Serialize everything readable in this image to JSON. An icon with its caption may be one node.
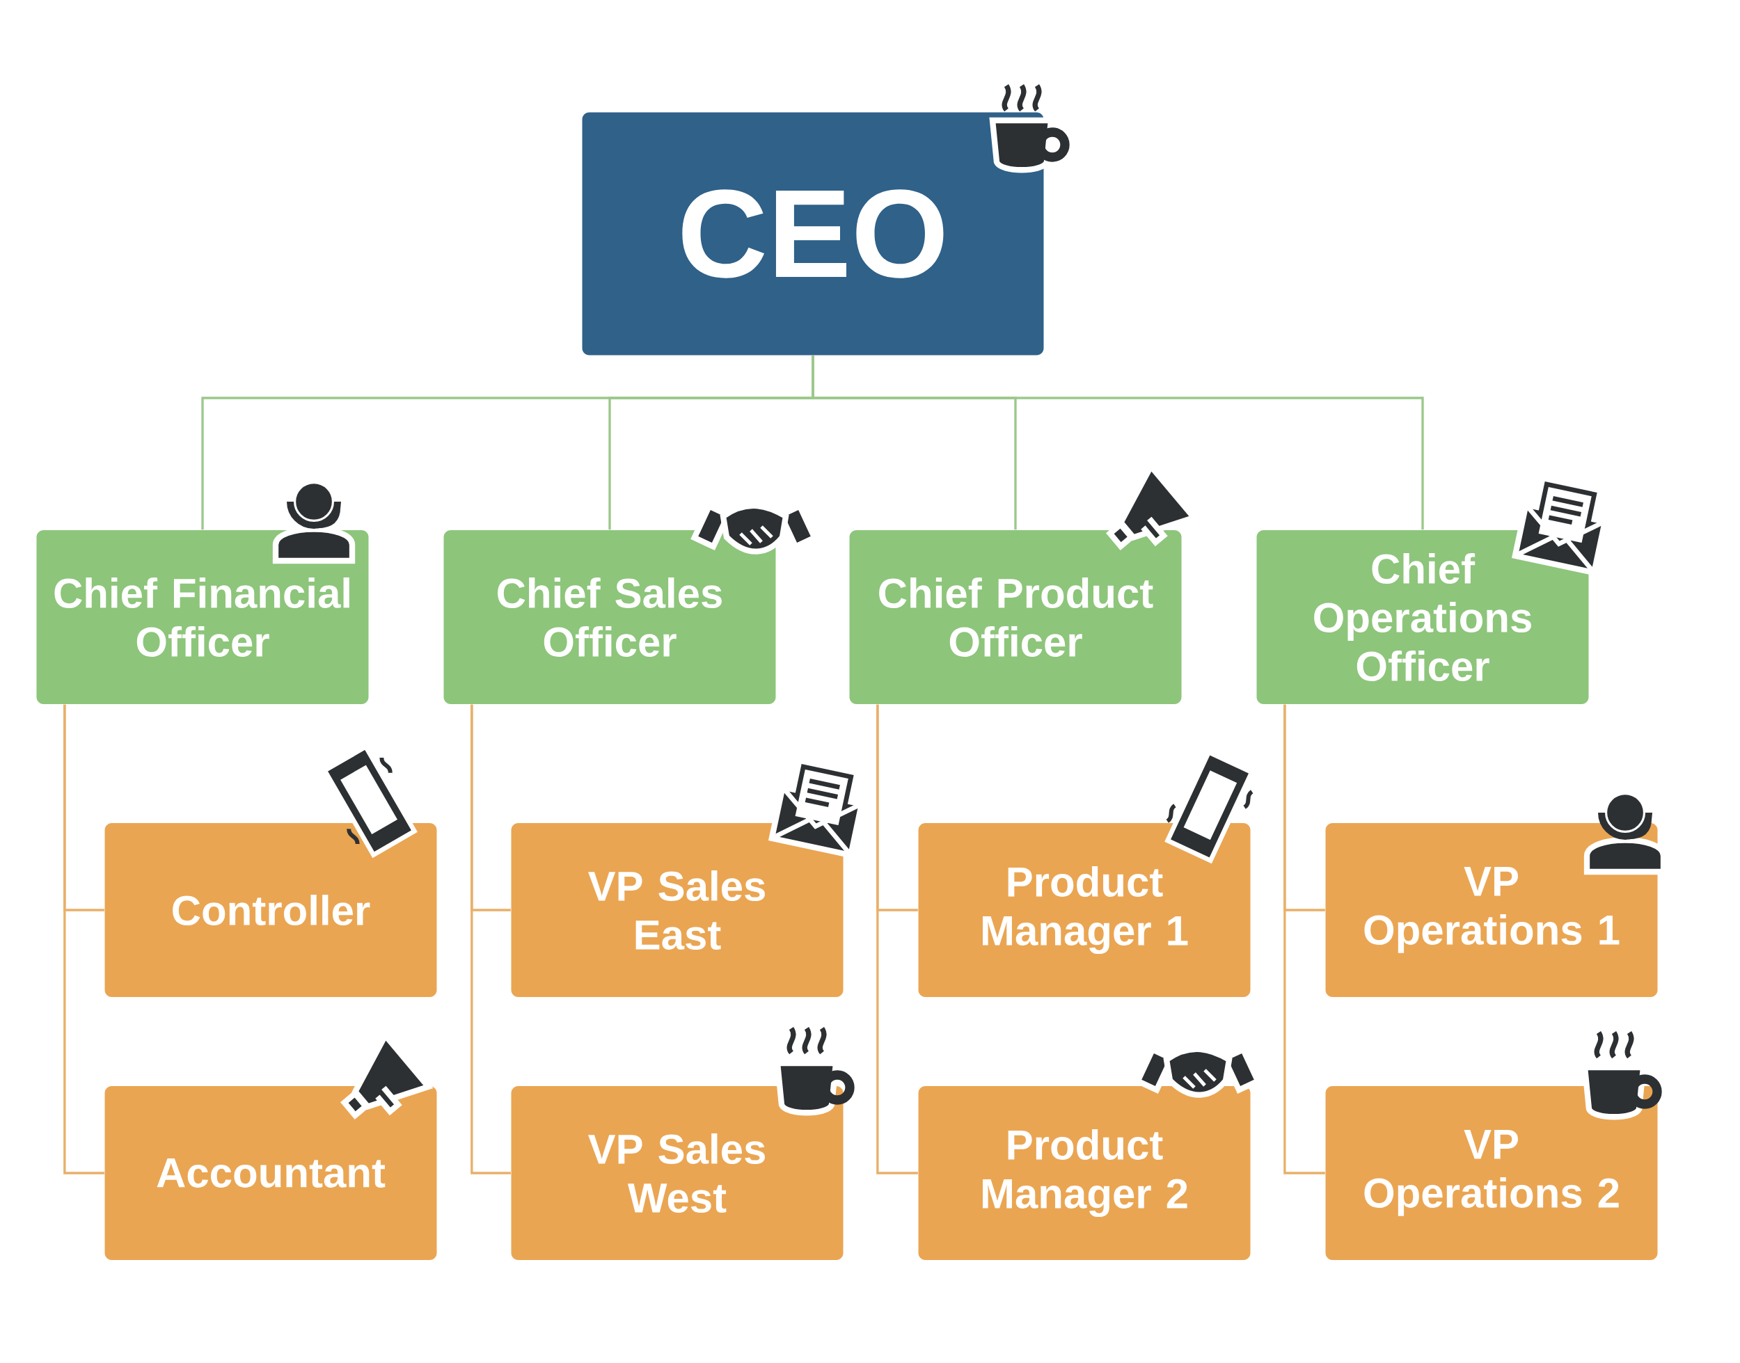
{
  "diagram": {
    "nodes": [
      {
        "text": [
          "CEO"
        ]
      },
      {
        "text": [
          "Chief Financial Officer"
        ]
      },
      {
        "text": [
          "Chief Sales Officer"
        ]
      },
      {
        "text": [
          "Chief Product Officer"
        ]
      },
      {
        "text": [
          "Chief Operations Officer"
        ]
      },
      {
        "text": [
          "Controller"
        ]
      },
      {
        "text": [
          "VP Sales East"
        ]
      },
      {
        "text": [
          "Product Manager 1"
        ]
      },
      {
        "text": [
          "VP Operations 1"
        ]
      },
      {
        "text": [
          "Accountant"
        ]
      },
      {
        "text": [
          "VP Sales West"
        ]
      },
      {
        "text": [
          "Product Manager 2"
        ]
      },
      {
        "text": [
          "VP Operations 2"
        ]
      }
    ],
    "edges": [
      {
        "from": 0,
        "to": 1,
        "arrow": "none",
        "color": "#9bc88a"
      },
      {
        "from": 0,
        "to": 2,
        "arrow": "none",
        "color": "#9bc88a"
      },
      {
        "from": 0,
        "to": 3,
        "arrow": "none",
        "color": "#9bc88a"
      },
      {
        "from": 0,
        "to": 4,
        "arrow": "none",
        "color": "#9bc88a"
      },
      {
        "from": 1,
        "to": 5,
        "arrow": "none"
      },
      {
        "from": 1,
        "to": 9,
        "arrow": "none"
      },
      {
        "from": 2,
        "to": 6,
        "arrow": "none"
      },
      {
        "from": 2,
        "to": 10,
        "arrow": "none"
      },
      {
        "from": 3,
        "to": 7,
        "arrow": "none"
      },
      {
        "from": 3,
        "to": 11,
        "arrow": "none"
      },
      {
        "from": 4,
        "to": 8,
        "arrow": "none"
      },
      {
        "from": 4,
        "to": 12,
        "arrow": "none"
      }
    ]
  }
}
